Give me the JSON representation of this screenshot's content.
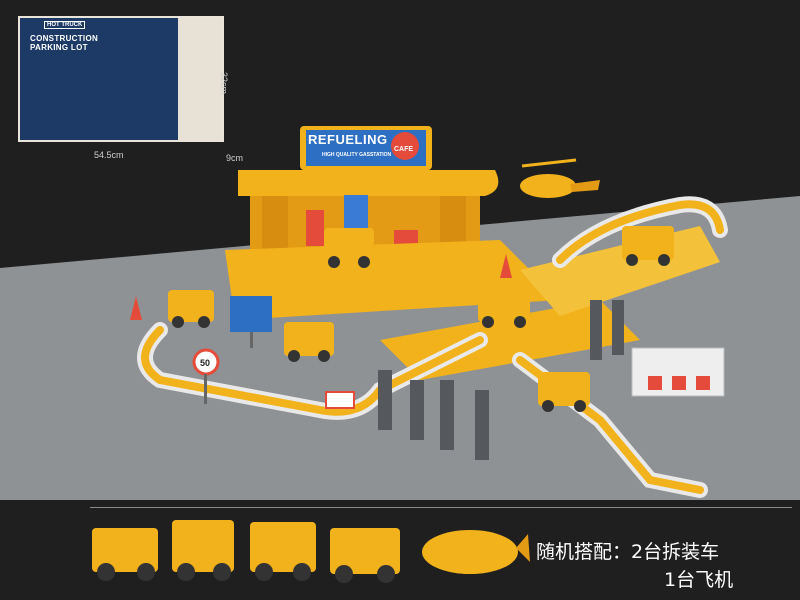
{
  "box": {
    "brand": "HOT TRUCK",
    "title_line1": "CONSTRUCTION",
    "title_line2": "PARKING LOT",
    "width_label": "54.5cm",
    "height_label": "32cm",
    "depth_label": "9cm"
  },
  "signs": {
    "refueling": "REFUELING",
    "refueling_sub": "HIGH QUALITY GASSTATION",
    "cafe": "CAFE",
    "speed_limit": "50"
  },
  "caption": {
    "line1": "随机搭配：2台拆装车",
    "line2": "1台飞机"
  },
  "colors": {
    "toy_yellow": "#f2b21c",
    "track_white": "#e9e9e9",
    "pillar_gray": "#55585c",
    "floor_gray": "#8f9294",
    "backdrop_dark": "#1f1f1f"
  }
}
